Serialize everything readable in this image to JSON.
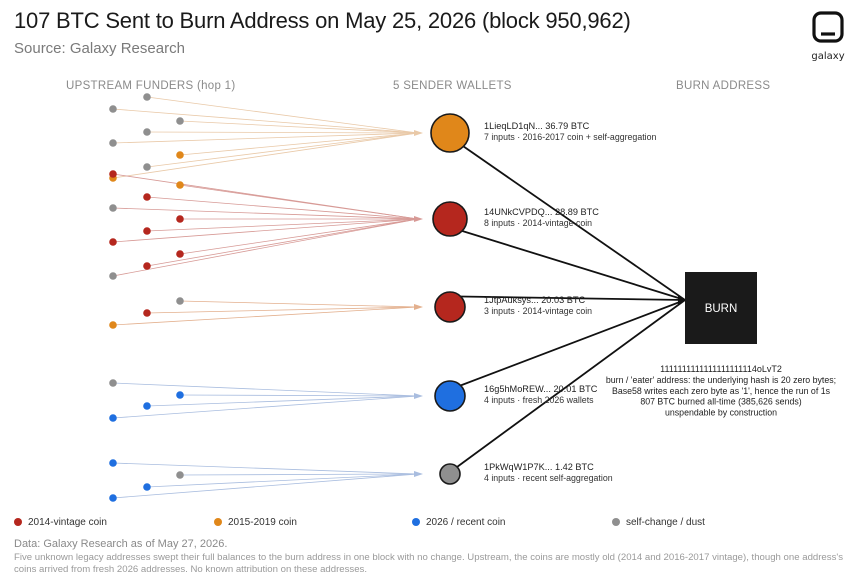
{
  "header": {
    "title": "107 BTC Sent to Burn Address on May 25, 2026 (block 950,962)",
    "source": "Source: Galaxy Research",
    "logo_text": "galaxy"
  },
  "columns": {
    "funders": "UPSTREAM FUNDERS (hop 1)",
    "senders": "5 SENDER WALLETS",
    "burn": "BURN ADDRESS"
  },
  "colors": {
    "vintage_2014": "#b5271e",
    "range_2015_2019": "#e0871a",
    "recent_2026": "#1f6fe0",
    "dust": "#8f8f8f",
    "burn_box": "#1a1a1a"
  },
  "chart_data": {
    "type": "flow",
    "senders": [
      {
        "address": "1LieqLD1qN...",
        "amount": "36.79 BTC",
        "details": "7 inputs · 2016-2017 coin + self-aggregation",
        "color": "#e0871a",
        "btc": 36.79,
        "inputs": 7
      },
      {
        "address": "14UNkCVPDQ...",
        "amount": "28.89 BTC",
        "details": "8 inputs · 2014-vintage coin",
        "color": "#b5271e",
        "btc": 28.89,
        "inputs": 8
      },
      {
        "address": "1JtpAuksys...",
        "amount": "20.03 BTC",
        "details": "3 inputs · 2014-vintage coin",
        "color": "#b5271e",
        "btc": 20.03,
        "inputs": 3
      },
      {
        "address": "16g5hMoREW...",
        "amount": "20.01 BTC",
        "details": "4 inputs · fresh 2026 wallets",
        "color": "#1f6fe0",
        "btc": 20.01,
        "inputs": 4
      },
      {
        "address": "1PkWqW1P7K...",
        "amount": "1.42 BTC",
        "details": "4 inputs · recent self-aggregation",
        "color": "#8f8f8f",
        "btc": 1.42,
        "inputs": 4
      }
    ],
    "funders": [
      {
        "sender": 0,
        "type": "dust"
      },
      {
        "sender": 0,
        "type": "dust"
      },
      {
        "sender": 0,
        "type": "dust"
      },
      {
        "sender": 0,
        "type": "dust"
      },
      {
        "sender": 0,
        "type": "dust"
      },
      {
        "sender": 0,
        "type": "2015-2019"
      },
      {
        "sender": 0,
        "type": "2015-2019"
      },
      {
        "sender": 0,
        "type": "dust"
      },
      {
        "sender": 1,
        "type": "2014"
      },
      {
        "sender": 1,
        "type": "2015-2019"
      },
      {
        "sender": 1,
        "type": "2014"
      },
      {
        "sender": 1,
        "type": "dust"
      },
      {
        "sender": 1,
        "type": "2014"
      },
      {
        "sender": 1,
        "type": "2014"
      },
      {
        "sender": 1,
        "type": "2014"
      },
      {
        "sender": 1,
        "type": "2014"
      },
      {
        "sender": 1,
        "type": "2014"
      },
      {
        "sender": 1,
        "type": "dust"
      },
      {
        "sender": 2,
        "type": "dust"
      },
      {
        "sender": 2,
        "type": "2014"
      },
      {
        "sender": 2,
        "type": "2015-2019"
      },
      {
        "sender": 3,
        "type": "dust"
      },
      {
        "sender": 3,
        "type": "2026"
      },
      {
        "sender": 3,
        "type": "2026"
      },
      {
        "sender": 3,
        "type": "2026"
      },
      {
        "sender": 4,
        "type": "2026"
      },
      {
        "sender": 4,
        "type": "dust"
      },
      {
        "sender": 4,
        "type": "2026"
      },
      {
        "sender": 4,
        "type": "2026"
      }
    ],
    "burn": {
      "label": "BURN",
      "address": "1111111111111111111114oLvT2",
      "description": [
        "burn / 'eater' address: the underlying hash is 20 zero bytes;",
        "Base58 writes each zero byte as '1', hence the run of 1s",
        "807 BTC burned all-time (385,626 sends)",
        "unspendable by construction"
      ],
      "total_btc": 807,
      "total_sends": 385626
    }
  },
  "legend": [
    {
      "label": "2014-vintage coin",
      "color": "#b5271e"
    },
    {
      "label": "2015-2019 coin",
      "color": "#e0871a"
    },
    {
      "label": "2026 / recent coin",
      "color": "#1f6fe0"
    },
    {
      "label": "self-change / dust",
      "color": "#8f8f8f"
    }
  ],
  "footer": {
    "data_note": "Data: Galaxy Research as of May 27, 2026.",
    "description": "Five unknown legacy addresses swept their full balances to the burn address in one block with no change. Upstream, the coins are mostly old (2014 and 2016-2017 vintage), though one address's coins arrived from fresh 2026 addresses. No known attribution on these addresses."
  }
}
